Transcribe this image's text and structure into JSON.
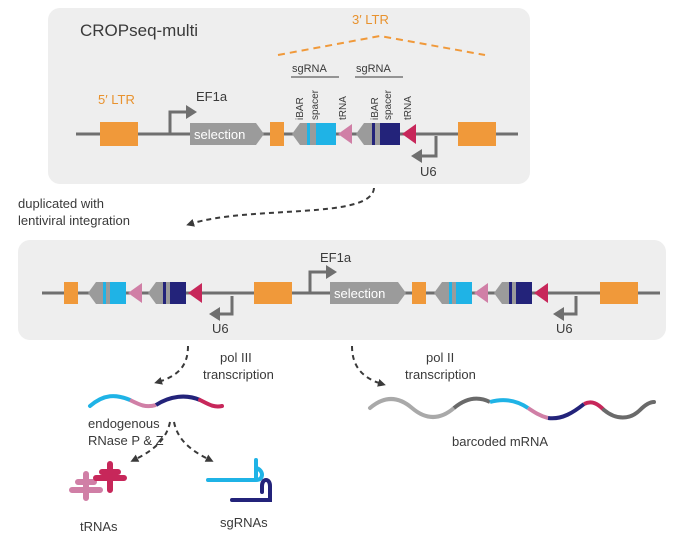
{
  "title": "CROPseq-multi",
  "colors": {
    "panel": "#eeeeee",
    "line": "#6f6f6f",
    "orange": "#f0993a",
    "gray_element": "#9b9b9b",
    "cyan": "#1fb3e6",
    "navy": "#23237a",
    "pink": "#d07fa6",
    "crimson": "#c7275a",
    "light_gray_rna": "#a9a9a9",
    "dark_gray_rna": "#6a6a6a"
  },
  "top_construct": {
    "ltr3_label": "3′ LTR",
    "ltr5_label": "5′ LTR",
    "ef1a_label": "EF1a",
    "selection_label": "selection",
    "sgrna_label_1": "sgRNA",
    "sgrna_label_2": "sgRNA",
    "ibar_label_1": "iBAR",
    "spacer_label_1": "spacer",
    "trna_label_1": "tRNA",
    "ibar_label_2": "iBAR",
    "spacer_label_2": "spacer",
    "trna_label_2": "tRNA",
    "u6_label": "U6"
  },
  "integration_caption_line1": "duplicated with",
  "integration_caption_line2": "lentiviral integration",
  "bottom_construct": {
    "ef1a_label": "EF1a",
    "selection_label": "selection",
    "u6_label_left": "U6",
    "u6_label_right": "U6"
  },
  "pol3_line1": "pol III",
  "pol3_line2": "transcription",
  "pol2_line1": "pol II",
  "pol2_line2": "transcription",
  "rnase_line1": "endogenous",
  "rnase_line2": "RNase P & Z",
  "trnas_label": "tRNAs",
  "sgrnas_label": "sgRNAs",
  "mrna_label": "barcoded mRNA",
  "icons": [
    "promoter-arrow-icon",
    "dashed-curved-arrow-icon"
  ]
}
